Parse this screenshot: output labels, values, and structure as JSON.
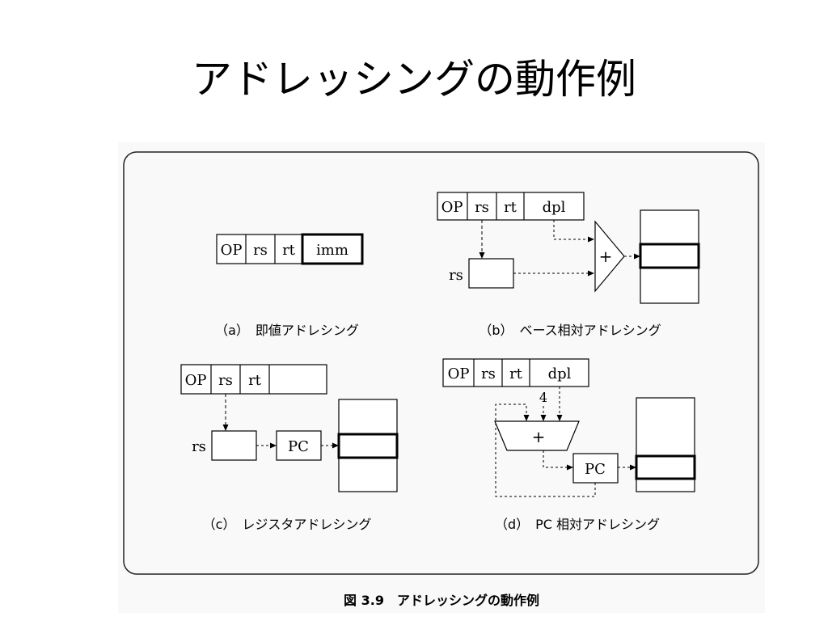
{
  "slide": {
    "title": "アドレッシングの動作例"
  },
  "figure": {
    "caption": "図 3.9　アドレッシングの動作例",
    "panel_a": {
      "caption": "（a）　即値アドレシング",
      "fields": [
        "OP",
        "rs",
        "rt",
        "imm"
      ]
    },
    "panel_b": {
      "caption": "（b）　ベース相対アドレシング",
      "fields": [
        "OP",
        "rs",
        "rt",
        "dpl"
      ],
      "register_label": "rs",
      "adder_symbol": "+"
    },
    "panel_c": {
      "caption": "（c）　レジスタアドレシング",
      "fields": [
        "OP",
        "rs",
        "rt",
        ""
      ],
      "register_label": "rs",
      "pc_label": "PC"
    },
    "panel_d": {
      "caption": "（d）　PC 相対アドレシング",
      "fields": [
        "OP",
        "rs",
        "rt",
        "dpl"
      ],
      "constant": "4",
      "adder_symbol": "+",
      "pc_label": "PC"
    }
  }
}
